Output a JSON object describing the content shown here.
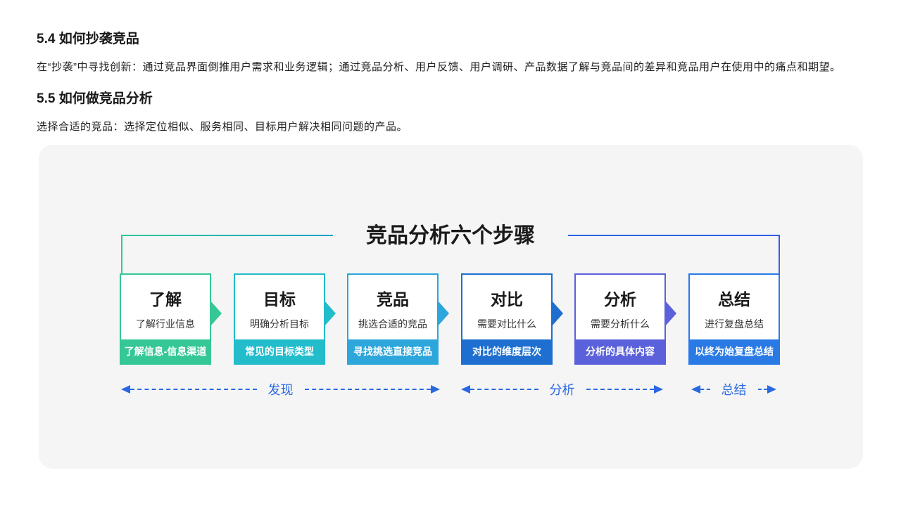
{
  "sections": [
    {
      "heading": "5.4 如何抄袭竞品",
      "body": "在“抄袭”中寻找创新：通过竞品界面倒推用户需求和业务逻辑；通过竞品分析、用户反馈、用户调研、产品数据了解与竞品间的差异和竞品用户在使用中的痛点和期望。"
    },
    {
      "heading": "5.5 如何做竞品分析",
      "body": "选择合适的竞品：选择定位相似、服务相同、目标用户解决相同问题的产品。"
    }
  ],
  "diagram": {
    "title": "竞品分析六个步骤",
    "steps": [
      {
        "title": "了解",
        "subtitle": "了解行业信息",
        "footer": "了解信息-信息渠道",
        "color": "#35c796"
      },
      {
        "title": "目标",
        "subtitle": "明确分析目标",
        "footer": "常见的目标类型",
        "color": "#22bccb"
      },
      {
        "title": "竞品",
        "subtitle": "挑选合适的竞品",
        "footer": "寻找挑选直接竞品",
        "color": "#2ca6db"
      },
      {
        "title": "对比",
        "subtitle": "需要对比什么",
        "footer": "对比的维度层次",
        "color": "#1e6fd0"
      },
      {
        "title": "分析",
        "subtitle": "需要分析什么",
        "footer": "分析的具体内容",
        "color": "#5a61da"
      },
      {
        "title": "总结",
        "subtitle": "进行复盘总结",
        "footer": "以终为始复盘总结",
        "color": "#2a7ae6"
      }
    ],
    "phases": [
      {
        "label": "发现"
      },
      {
        "label": "分析"
      },
      {
        "label": "总结"
      }
    ],
    "phase_color": "#2968e0",
    "brackets": {
      "left_start": "#2fc897",
      "left_mid": "#30c7a4",
      "left_end": "#1ca2c6",
      "right_start": "#2a63e2",
      "right_end": "#2e5be6",
      "right_bottom": "#4e5ee2"
    }
  }
}
